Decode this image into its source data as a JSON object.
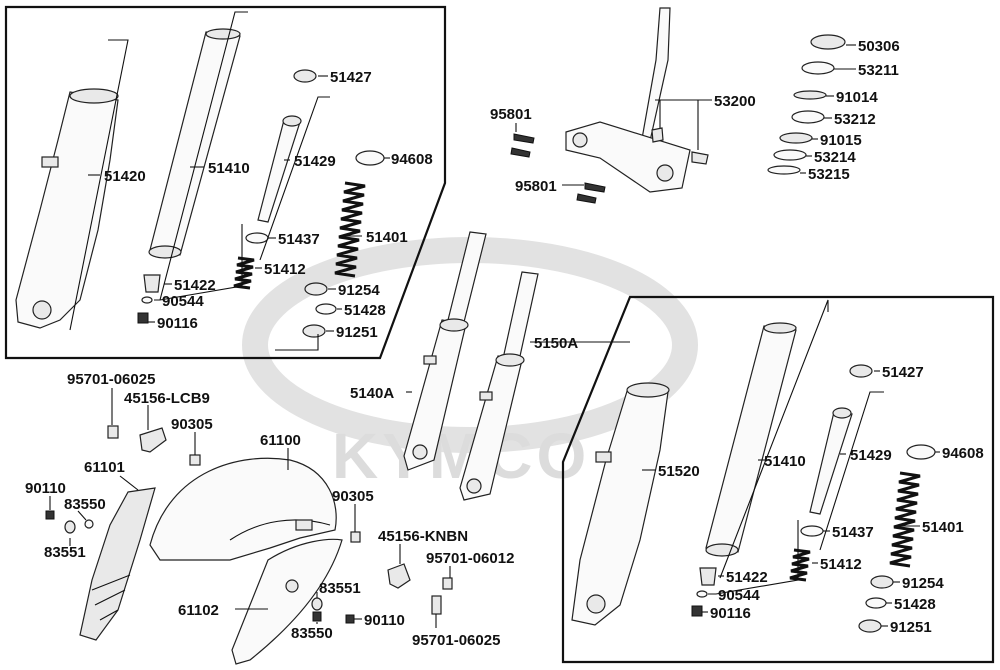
{
  "watermark": {
    "text": "KYMCO"
  },
  "top_left_group": {
    "labels": [
      "51420",
      "51410",
      "51427",
      "51429",
      "94608",
      "51437",
      "51401",
      "51412",
      "51422",
      "90544",
      "90116",
      "91254",
      "51428",
      "91251"
    ]
  },
  "bottom_right_group": {
    "labels": [
      "51520",
      "51410",
      "51427",
      "51429",
      "94608",
      "51437",
      "51401",
      "51412",
      "51422",
      "90544",
      "90116",
      "91254",
      "51428",
      "91251"
    ]
  },
  "steering": {
    "labels": [
      "50306",
      "53211",
      "91014",
      "53212",
      "91015",
      "53214",
      "53215",
      "53200",
      "95801",
      "95801"
    ]
  },
  "fork_assemblies": {
    "labels": [
      "5140A",
      "5150A"
    ]
  },
  "fender_parts": {
    "labels": [
      "95701-06025",
      "45156-LCB9",
      "90305",
      "61100",
      "61101",
      "90110",
      "83550",
      "83551",
      "90305",
      "45156-KNBN",
      "95701-06012",
      "61102",
      "83551",
      "83550",
      "90110",
      "95701-06025"
    ]
  }
}
